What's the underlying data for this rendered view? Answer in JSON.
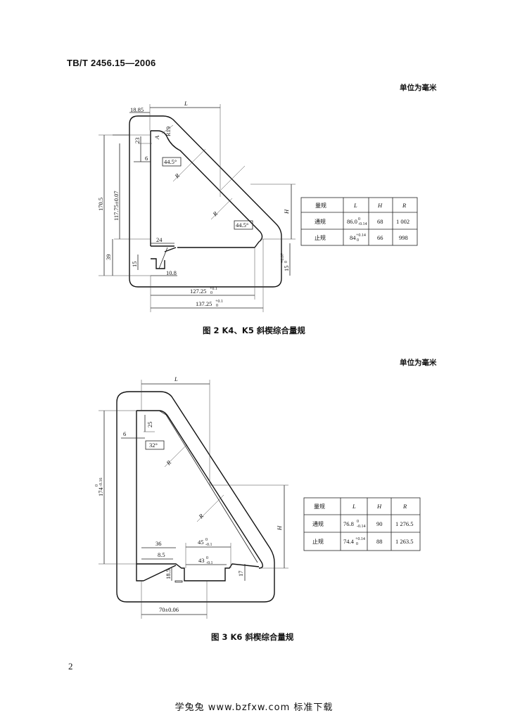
{
  "header": {
    "standard_code": "TB/T 2456.15—2006"
  },
  "figure2": {
    "unit_note": "单位为毫米",
    "caption": "图 2   K4、K5 斜楔综合量规",
    "dims": {
      "d1885": "18.85",
      "L": "L",
      "R19": "R19",
      "d23": "23",
      "A": "A",
      "d6": "6",
      "a445a": "44.5°",
      "a445b": "44.5°",
      "R1": "R",
      "R2": "R",
      "H": "H",
      "d1705": "170.5",
      "d11775": "117.75±0.07",
      "d39": "39",
      "d24": "24",
      "d15": "15",
      "d108": "10.8",
      "d15r": "15",
      "d15r_tol_up": "+0.07",
      "d15r_tol_lo": "0",
      "d12725": "127.25",
      "d12725_up": "+0.1",
      "d12725_lo": "0",
      "d13725": "137.25",
      "d13725_up": "+0.1",
      "d13725_lo": "0"
    },
    "table": {
      "headers": [
        "量规",
        "L",
        "H",
        "R"
      ],
      "rows": [
        {
          "name": "通规",
          "L": "86.0",
          "L_up": "0",
          "L_lo": "-0.14",
          "H": "68",
          "R": "1 002"
        },
        {
          "name": "止规",
          "L": "84",
          "L_up": "+0.14",
          "L_lo": "0",
          "H": "66",
          "R": "998"
        }
      ]
    }
  },
  "figure3": {
    "unit_note": "单位为毫米",
    "caption": "图 3   K6 斜楔综合量规",
    "dims": {
      "L": "L",
      "d25": "25",
      "d6": "6",
      "a32": "32°",
      "R1": "R",
      "R2": "R",
      "H": "H",
      "d174": "174",
      "d174_up": "0",
      "d174_lo": "-0.16",
      "d36": "36",
      "d85": "8.5",
      "d185": "18.5",
      "d45": "45",
      "d45_up": "0",
      "d45_lo": "-0.1",
      "d43": "43",
      "d43_up": "0",
      "d43_lo": "-0.1",
      "d17": "17",
      "d70": "70±0.06"
    },
    "table": {
      "headers": [
        "量规",
        "L",
        "H",
        "R"
      ],
      "rows": [
        {
          "name": "通规",
          "L": "76.8",
          "L_up": "0",
          "L_lo": "-0.14",
          "H": "90",
          "R": "1 276.5"
        },
        {
          "name": "止规",
          "L": "74.4",
          "L_up": "+0.14",
          "L_lo": "0",
          "H": "88",
          "R": "1 263.5"
        }
      ]
    }
  },
  "page_number": "2",
  "footer": "学兔兔   www.bzfxw.com   标准下载"
}
